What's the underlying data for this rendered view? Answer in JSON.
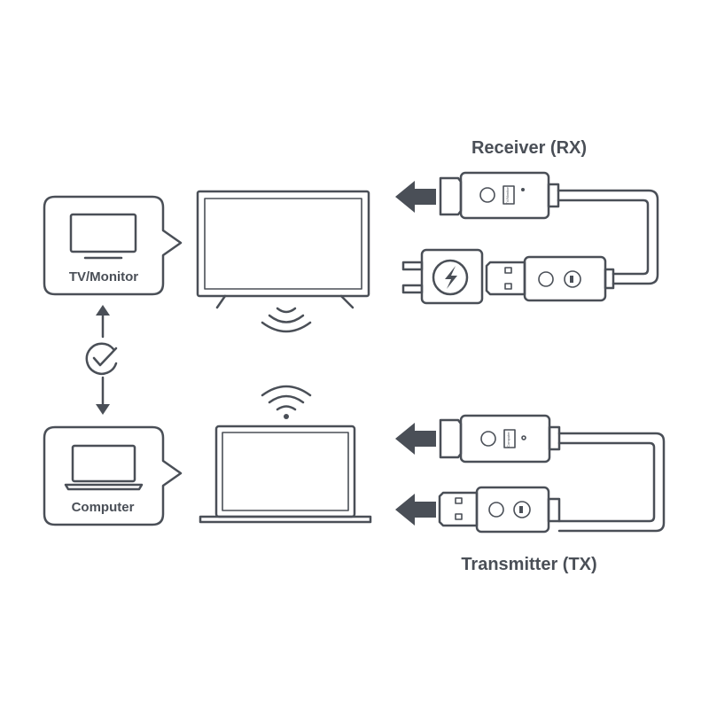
{
  "labels": {
    "receiver": "Receiver (RX)",
    "transmitter": "Transmitter (TX)",
    "tv_monitor": "TV/Monitor",
    "computer": "Computer"
  },
  "icons": {
    "tv_card_icon": "monitor-icon",
    "computer_card_icon": "laptop-icon",
    "status_icon": "checkmark-circle-icon",
    "wireless_icon": "wifi-signal-icon",
    "power_adapter_icon": "lightning-bolt-icon",
    "power_button_icon": "power-icon",
    "direction_icon": "arrow-left-icon"
  },
  "colors": {
    "line": "#4a4f57",
    "arrow": "#4a4f57",
    "background": "#ffffff"
  }
}
